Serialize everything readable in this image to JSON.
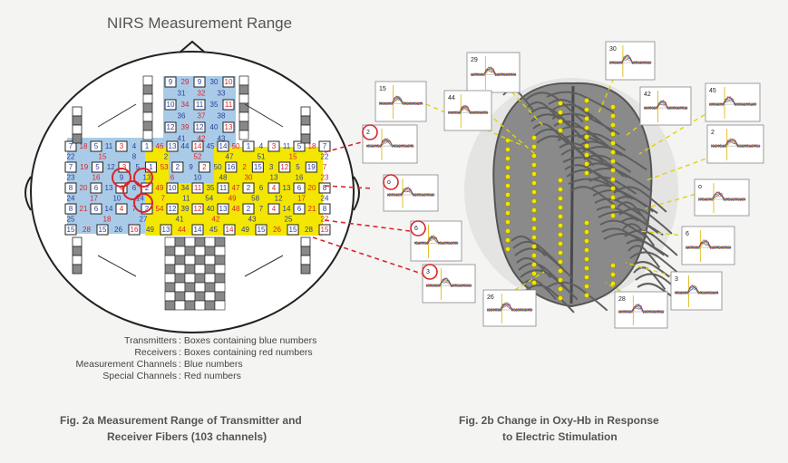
{
  "title": "NIRS Measurement Range",
  "legend": [
    {
      "key": "Transmitters",
      "value": "Boxes containing blue numbers"
    },
    {
      "key": "Receivers",
      "value": "Boxes containing red numbers"
    },
    {
      "key": "Measurement Channels",
      "value": "Blue numbers"
    },
    {
      "key": "Special Channels",
      "value": "Red numbers"
    }
  ],
  "caption_left": {
    "line1": "Fig. 2a  Measurement Range of Transmitter and",
    "line2": "Receiver Fibers (103 channels)"
  },
  "caption_right": {
    "line1": "Fig. 2b  Change in Oxy-Hb in Response",
    "line2": "to Electric Stimulation"
  },
  "colors": {
    "blue_region": "#a9cbe8",
    "yellow_region": "#f3e600",
    "red_marker": "#d8262b",
    "transmitter_num": "#2a3f9a",
    "receiver_num": "#d8262b"
  },
  "grid_top_rows": [
    [
      "9",
      "29",
      "9",
      "30",
      "10"
    ],
    [
      "31",
      "32",
      "33"
    ],
    [
      "10",
      "34",
      "11",
      "35",
      "11"
    ],
    [
      "36",
      "37",
      "38"
    ],
    [
      "12",
      "39",
      "12",
      "40",
      "13"
    ],
    [
      "41",
      "42",
      "43"
    ]
  ],
  "grid_main_rows": [
    [
      "7",
      "18",
      "5",
      "11",
      "3",
      "4",
      "1",
      "46",
      "13",
      "44",
      "14",
      "45",
      "14",
      "50",
      "1",
      "4",
      "3",
      "11",
      "5",
      "18",
      "7"
    ],
    [
      "22",
      "15",
      "8",
      "2",
      "52",
      "47",
      "51",
      "15",
      "22"
    ],
    [
      "7",
      "19",
      "5",
      "12",
      "3",
      "5",
      "1",
      "53",
      "2",
      "9",
      "2",
      "50",
      "16",
      "2",
      "15",
      "3",
      "12",
      "5",
      "19",
      "7"
    ],
    [
      "23",
      "16",
      "9",
      "13",
      "6",
      "10",
      "48",
      "30",
      "13",
      "16",
      "23"
    ],
    [
      "8",
      "20",
      "6",
      "13",
      "4",
      "6",
      "2",
      "49",
      "10",
      "34",
      "11",
      "35",
      "11",
      "47",
      "2",
      "6",
      "4",
      "13",
      "6",
      "20",
      "8"
    ],
    [
      "24",
      "17",
      "10",
      "14",
      "7",
      "11",
      "54",
      "49",
      "58",
      "12",
      "17",
      "24"
    ],
    [
      "8",
      "21",
      "6",
      "14",
      "4",
      "7",
      "2",
      "54",
      "12",
      "39",
      "12",
      "40",
      "13",
      "48",
      "2",
      "7",
      "4",
      "14",
      "6",
      "21",
      "8"
    ],
    [
      "25",
      "18",
      "27",
      "41",
      "42",
      "43",
      "25",
      "27"
    ],
    [
      "15",
      "28",
      "15",
      "26",
      "16",
      "49",
      "13",
      "44",
      "14",
      "45",
      "14",
      "49",
      "15",
      "26",
      "15",
      "28",
      "15"
    ]
  ],
  "traces": [
    {
      "id": "ch29",
      "label": "29"
    },
    {
      "id": "ch30",
      "label": "30"
    },
    {
      "id": "ch15",
      "label": "15"
    },
    {
      "id": "ch44",
      "label": "44"
    },
    {
      "id": "ch42",
      "label": "42"
    },
    {
      "id": "ch45",
      "label": "45"
    },
    {
      "id": "ch2",
      "label": "2"
    },
    {
      "id": "ch2r",
      "label": "2"
    },
    {
      "id": "ch0",
      "label": "o"
    },
    {
      "id": "ch0r",
      "label": "o"
    },
    {
      "id": "ch6",
      "label": "6"
    },
    {
      "id": "ch6r",
      "label": "6"
    },
    {
      "id": "ch3",
      "label": "3"
    },
    {
      "id": "ch3r",
      "label": "3"
    },
    {
      "id": "ch26",
      "label": "26"
    },
    {
      "id": "ch28",
      "label": "28"
    }
  ]
}
